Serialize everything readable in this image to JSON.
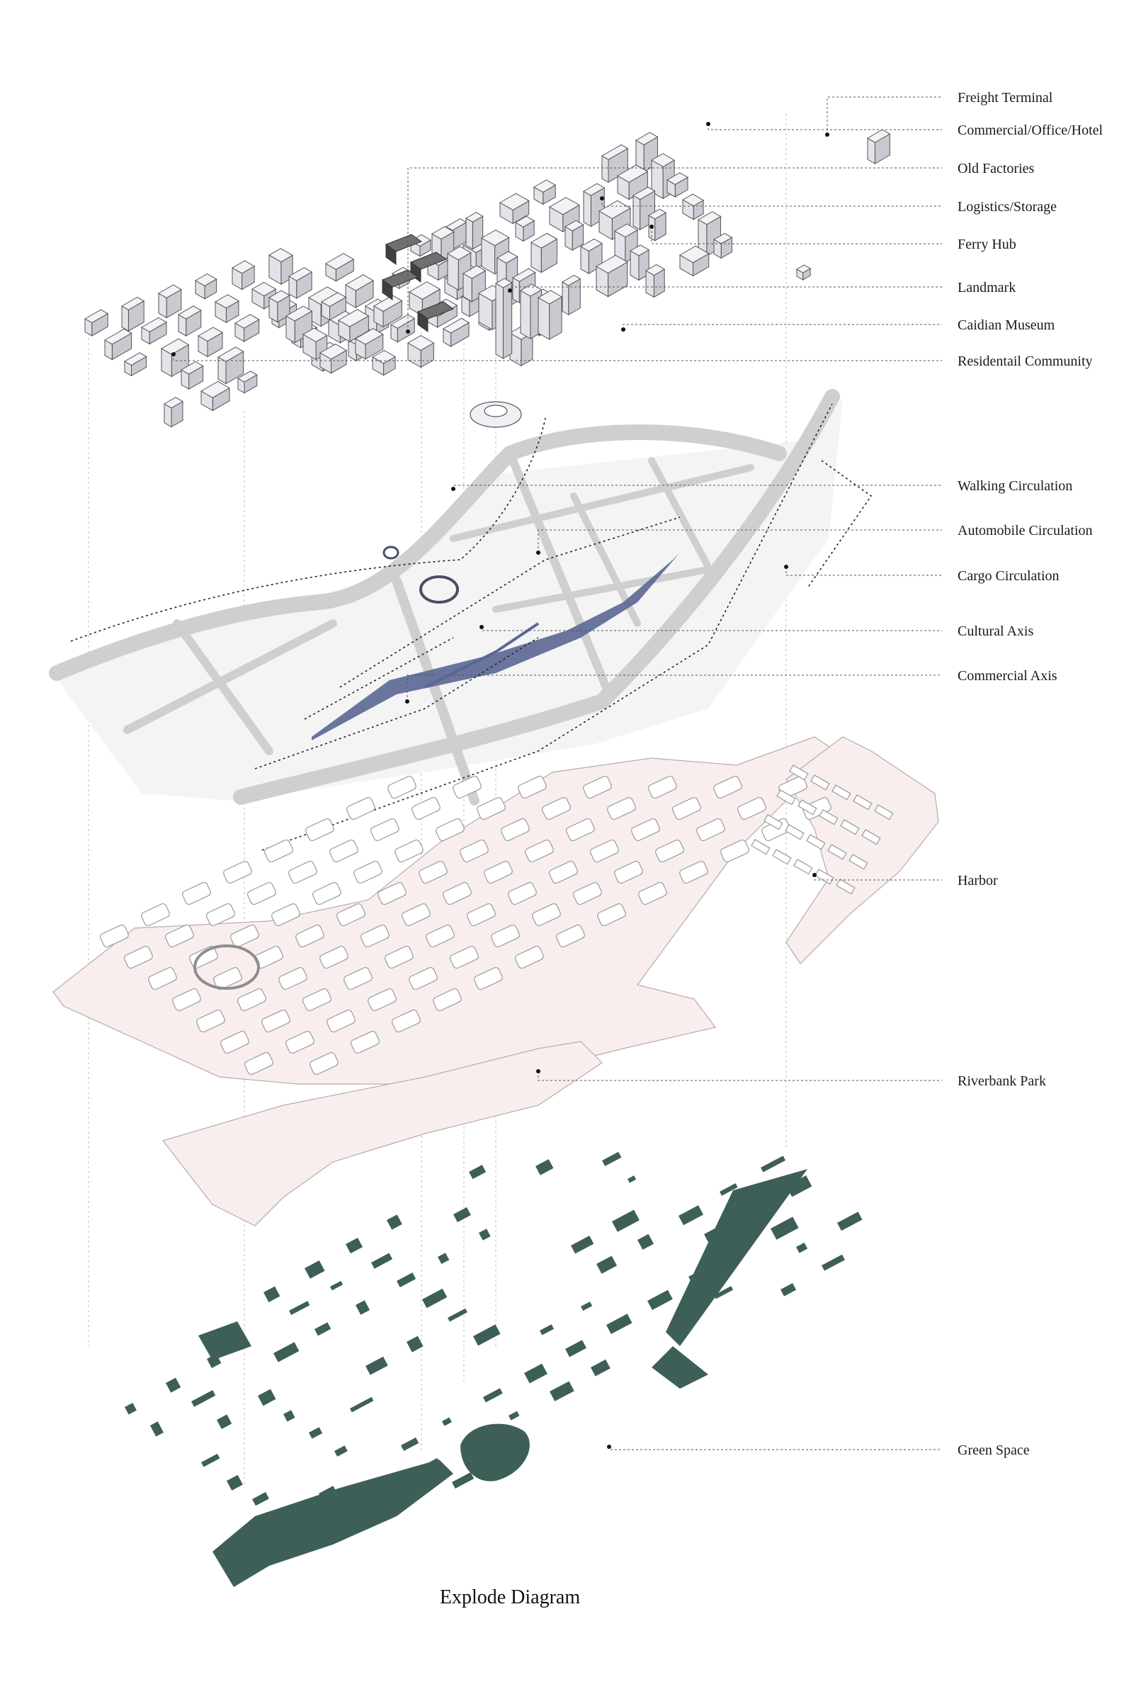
{
  "labels": [
    "Freight Terminal",
    "Commercial/Office/Hotel",
    "Old Factories",
    "Logistics/Storage",
    "Ferry Hub",
    "Landmark",
    "Caidian Museum",
    "Residentail Community",
    "Walking Circulation",
    "Automobile Circulation",
    "Cargo Circulation",
    "Cultural Axis",
    "Commercial Axis",
    "Harbor",
    "Riverbank Park",
    "Green Space"
  ],
  "caption": "Explode Diagram",
  "colors": {
    "green_space": "#3d5f58",
    "axis_blue": "#5a6794",
    "plan_pink": "#f9eeee",
    "road_grey": "#cfcfcf"
  }
}
